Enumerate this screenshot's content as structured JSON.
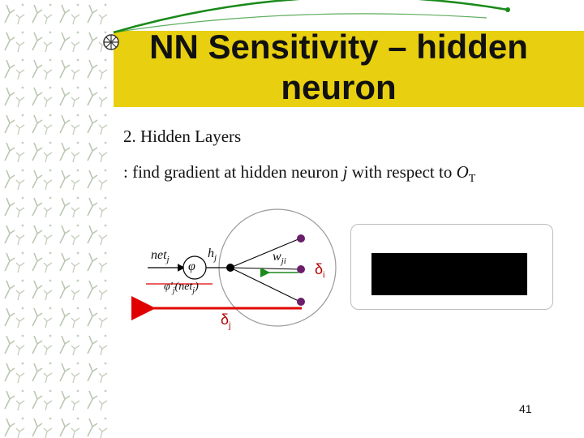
{
  "title": {
    "line1": "NN Sensitivity – hidden",
    "line2": "neuron"
  },
  "body": {
    "item1": "2. Hidden Layers",
    "item2_prefix": ": find gradient at hidden neuron ",
    "item2_var": "j",
    "item2_mid": " with respect to ",
    "item2_O": "O",
    "item2_sub": "T"
  },
  "diagram": {
    "net_label": "net",
    "net_sub": "j",
    "phi_label": "φ",
    "h_label": "h",
    "h_sub": "j",
    "w_label": "w",
    "w_sub": "ji",
    "phi_prime_label": "φ'",
    "phi_prime_sub": "j",
    "phi_prime_arg": "(net",
    "phi_prime_arg_sub": "j",
    "phi_prime_close": ")",
    "delta_i": "δ",
    "delta_i_sub": "i",
    "delta_j": "δ",
    "delta_j_sub": "j"
  },
  "colors": {
    "header": "#e8cf10",
    "arc": "#1a8a1a",
    "delta": "#b40000",
    "node_purple": "#6b1f6b"
  },
  "page_number": "41"
}
